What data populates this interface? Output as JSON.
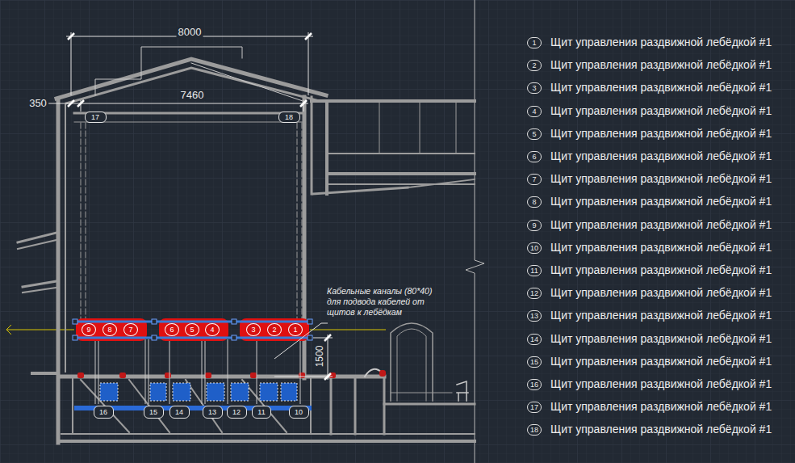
{
  "diagram": {
    "nodes": [
      {
        "text": [
          "17"
        ]
      },
      {
        "text": [
          "18"
        ]
      },
      {
        "text": [
          "9"
        ]
      },
      {
        "text": [
          "8"
        ]
      },
      {
        "text": [
          "7"
        ]
      },
      {
        "text": [
          "6"
        ]
      },
      {
        "text": [
          "5"
        ]
      },
      {
        "text": [
          "4"
        ]
      },
      {
        "text": [
          "3"
        ]
      },
      {
        "text": [
          "2"
        ]
      },
      {
        "text": [
          "1"
        ]
      },
      {
        "text": [
          "16"
        ]
      },
      {
        "text": [
          "15"
        ]
      },
      {
        "text": [
          "14"
        ]
      },
      {
        "text": [
          "13"
        ]
      },
      {
        "text": [
          "12"
        ]
      },
      {
        "text": [
          "11"
        ]
      },
      {
        "text": [
          "10"
        ]
      }
    ],
    "labels": [
      "8000",
      "350",
      "7460",
      "1500",
      "Кабельные каналы (80*40) для подвода кабелей от щитов к лебёдкам",
      "1",
      "2",
      "3",
      "4",
      "5",
      "6",
      "7",
      "8",
      "9",
      "10",
      "11",
      "12",
      "13",
      "14",
      "15",
      "16",
      "17",
      "18"
    ],
    "legend": [
      {
        "text": "Щит управления раздвижной лебёдкой #1"
      },
      {
        "text": "Щит управления раздвижной лебёдкой #1"
      },
      {
        "text": "Щит управления раздвижной лебёдкой #1"
      },
      {
        "text": "Щит управления раздвижной лебёдкой #1"
      },
      {
        "text": "Щит управления раздвижной лебёдкой #1"
      },
      {
        "text": "Щит управления раздвижной лебёдкой #1"
      },
      {
        "text": "Щит управления раздвижной лебёдкой #1"
      },
      {
        "text": "Щит управления раздвижной лебёдкой #1"
      },
      {
        "text": "Щит управления раздвижной лебёдкой #1"
      },
      {
        "text": "Щит управления раздвижной лебёдкой #1"
      },
      {
        "text": "Щит управления раздвижной лебёдкой #1"
      },
      {
        "text": "Щит управления раздвижной лебёдкой #1"
      },
      {
        "text": "Щит управления раздвижной лебёдкой #1"
      },
      {
        "text": "Щит управления раздвижной лебёдкой #1"
      },
      {
        "text": "Щит управления раздвижной лебёдкой #1"
      },
      {
        "text": "Щит управления раздвижной лебёдкой #1"
      },
      {
        "text": "Щит управления раздвижной лебёдкой #1"
      },
      {
        "text": "Щит управления раздвижной лебёдкой #1"
      }
    ]
  }
}
